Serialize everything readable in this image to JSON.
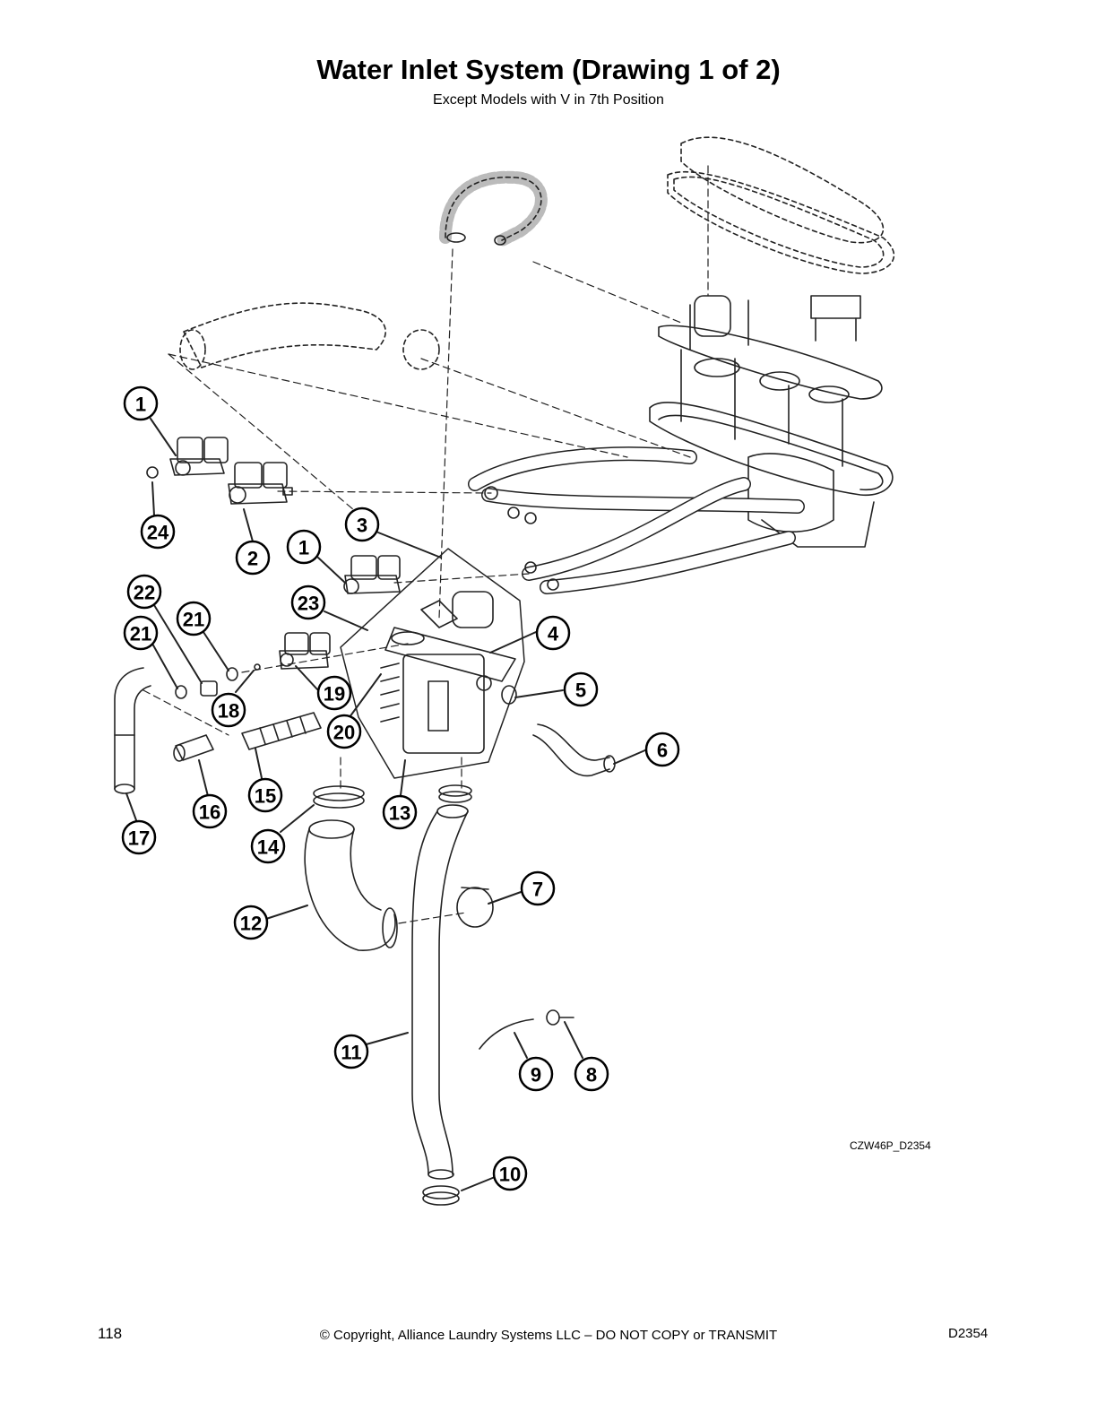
{
  "header": {
    "title": "Water Inlet System (Drawing 1 of 2)",
    "subtitle": "Except Models with V in 7th Position"
  },
  "diagram": {
    "drawing_code": "CZW46P_D2354",
    "callouts": [
      "1",
      "24",
      "2",
      "3",
      "1",
      "23",
      "22",
      "21",
      "21",
      "18",
      "19",
      "20",
      "4",
      "5",
      "6",
      "15",
      "16",
      "17",
      "13",
      "14",
      "7",
      "12",
      "11",
      "9",
      "8",
      "10"
    ]
  },
  "footer": {
    "page_number": "118",
    "copyright": "© Copyright, Alliance Laundry Systems LLC – DO NOT COPY or TRANSMIT",
    "doc_code": "D2354"
  }
}
